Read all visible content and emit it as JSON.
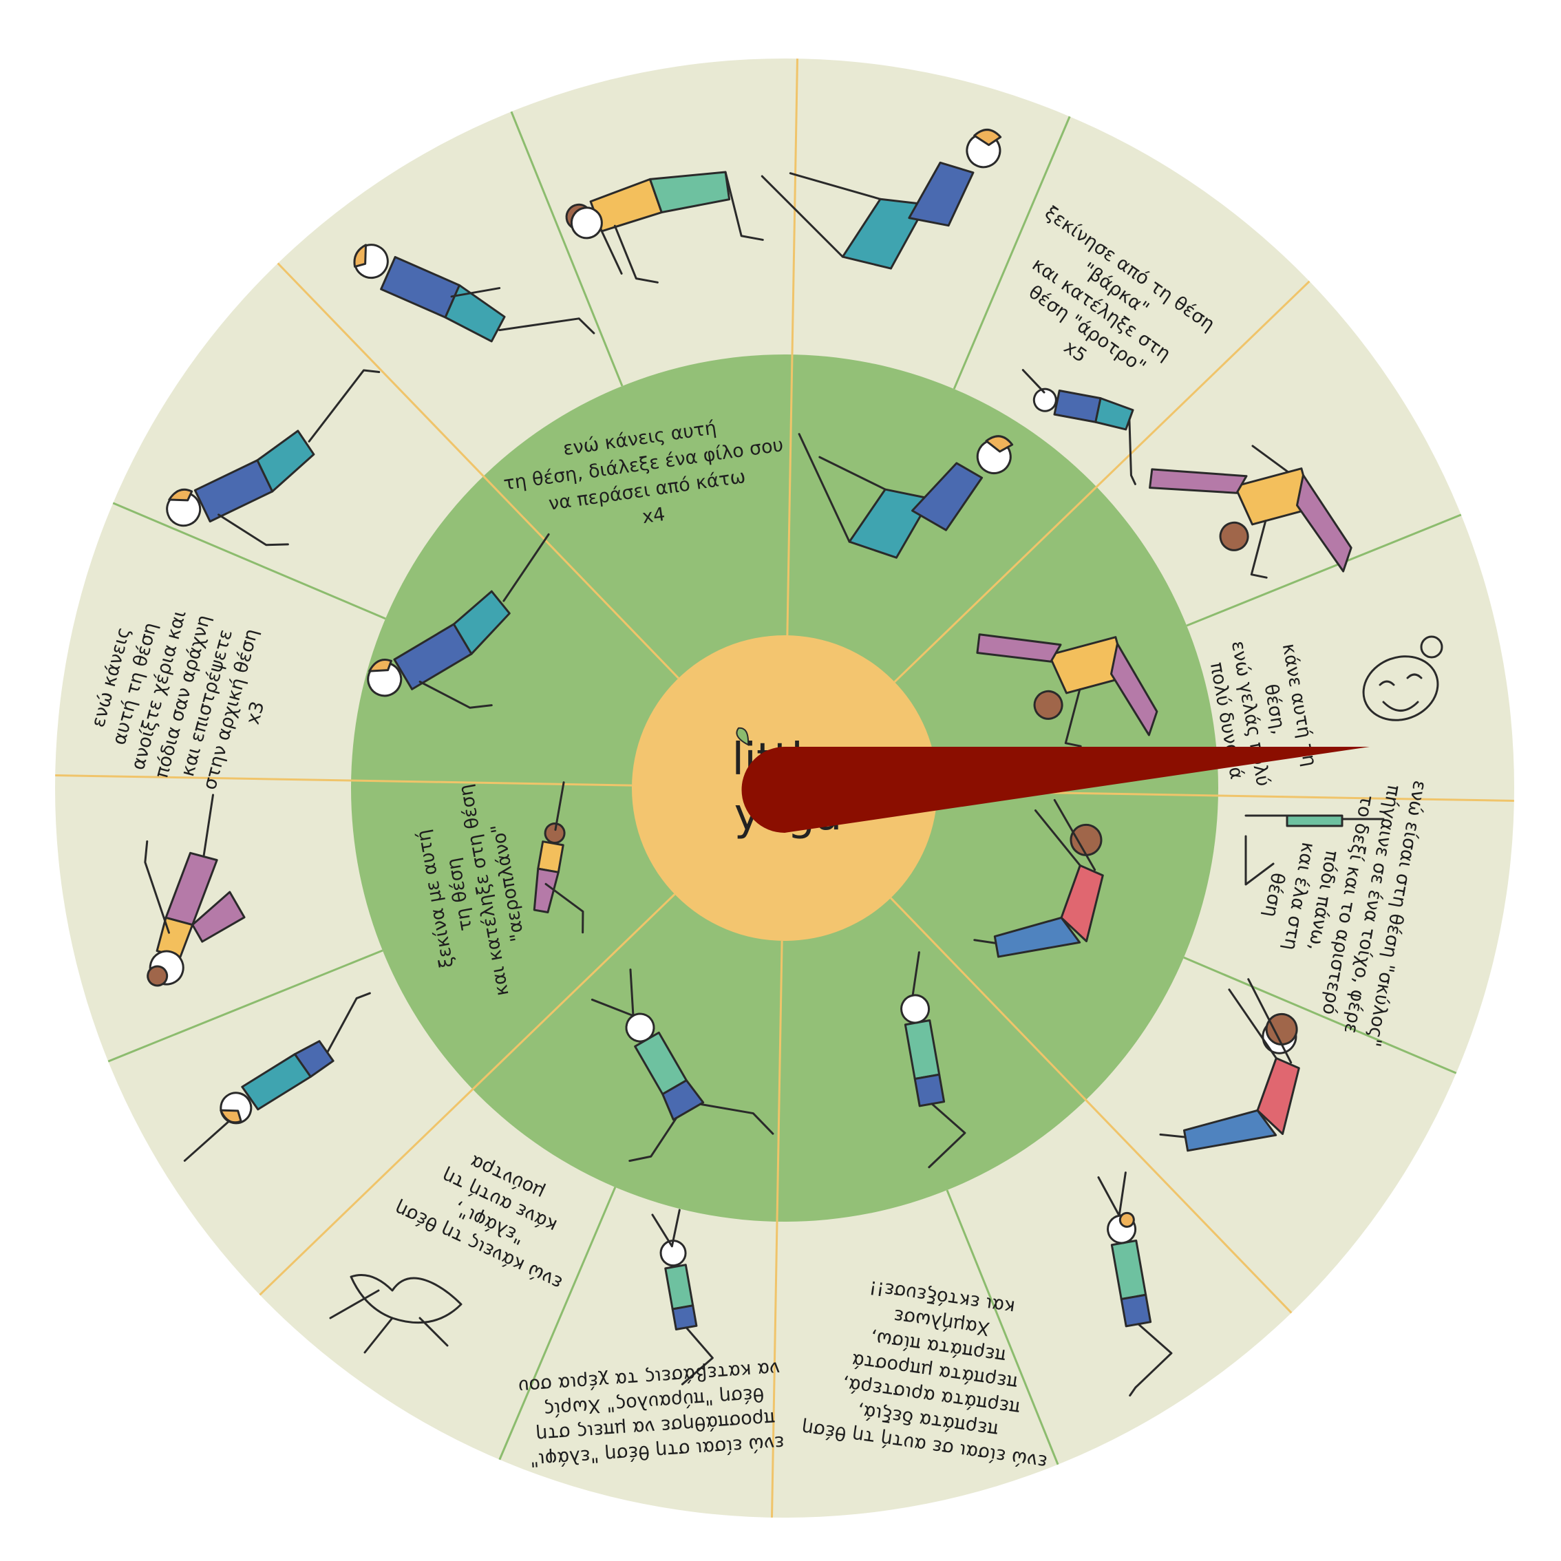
{
  "wheel": {
    "colors": {
      "outer_ring": "#e8e9d3",
      "inner_ring": "#93c077",
      "hub": "#f3c56f",
      "divider_yellow": "#f0c46a",
      "divider_green": "#8cbc6e",
      "pointer": "#8b0e00",
      "text": "#1e1e1e"
    },
    "hub_title_line1": "little",
    "hub_title_line2": "yoga"
  },
  "cards": [
    {
      "id": "card-1",
      "lines": [
        "ξεκίνησε από τη θέση",
        "\"βάρκα\"",
        "και κατέληξε στη",
        "θέση \"άροτρο\"",
        "x5"
      ]
    },
    {
      "id": "card-2",
      "lines": [
        "κάνε αυτή τη",
        "θέση,",
        "ενώ γελάς πολύ",
        "πολύ δυνατά"
      ]
    },
    {
      "id": "card-3",
      "lines": [
        "ενώ είσαι στη θέση \"σκύλος\"",
        "πήγαινε σε ένα τοίχο, φέρε",
        "το δεξί και το αριστερό",
        "πόδι πάνω,",
        "και έλα στη",
        "θέση"
      ]
    },
    {
      "id": "card-4",
      "lines": [
        "ενώ είσαι σε αυτή τη θέση",
        "περπάτα δεξιά,",
        "περπάτα αριστερά,",
        "περπάτα μπροστά",
        "περπάτα πίσω,",
        "Χαμήλωσε",
        "και εκτόξευσε!!"
      ]
    },
    {
      "id": "card-5",
      "lines": [
        "ενώ είσαι στη θέση \"ελάφι\"",
        "προσπάθησε να μπεις στη",
        "θέση \"πύραυλος\" Χωρίς",
        "να κατεβάσεις τα χέρια σου"
      ]
    },
    {
      "id": "card-6",
      "lines": [
        "ενώ κάνεις τη θέση",
        "\"ελάφι\",",
        "κάνε αυτή τη",
        "μούντρα"
      ]
    },
    {
      "id": "card-7",
      "lines": [
        "ενώ κάνεις",
        "αυτή τη θέση",
        "ανοίξτε χέρια και",
        "πόδια σαν αράχνη",
        "και επιστρέψετε",
        "στην αρχική θέση",
        "x3"
      ]
    },
    {
      "id": "card-8",
      "lines": [
        "ενώ κάνεις αυτή",
        "τη θέση, διάλεξε ένα φίλο σου",
        "να περάσει από κάτω",
        "x4"
      ]
    },
    {
      "id": "card-9",
      "lines": [
        "ξεκίνα με αυτή",
        "τη θέση",
        "και κατέληξε στη θέση",
        "\"αεροπλάνο\""
      ]
    }
  ]
}
